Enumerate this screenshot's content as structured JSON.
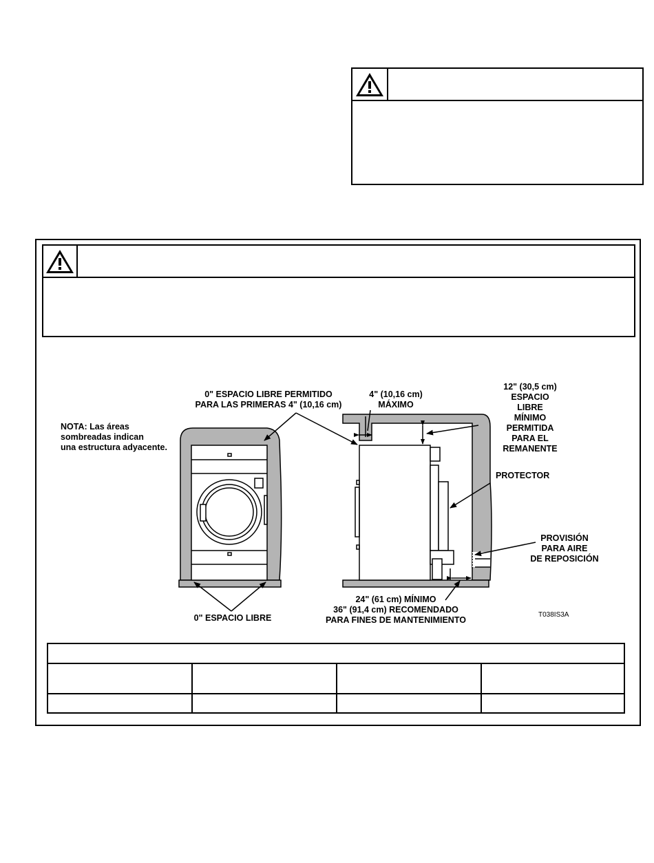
{
  "labels": {
    "clearance_front": "0\" ESPACIO LIBRE PERMITIDO\nPARA LAS PRIMERAS 4\" (10,16 cm)",
    "top_max": "4\" (10,16 cm)\nMÁXIMO",
    "rear_clearance": "12\" (30,5 cm)\nESPACIO\nLIBRE\nMÍNIMO\nPERMITIDA\nPARA EL\nREMANENTE",
    "note": "NOTA: Las áreas\nsombreadas indican\nuna estructura adyacente.",
    "protector": "PROTECTOR",
    "makeup_air": "PROVISIÓN\nPARA AIRE\nDE REPOSICIÓN",
    "zero_clearance": "0\" ESPACIO LIBRE",
    "service_clearance": "24\" (61 cm) MÍNIMO\n36\" (91,4 cm) RECOMENDADO\nPARA FINES DE MANTENIMIENTO",
    "figure_code": "T038IS3A"
  },
  "icons": {
    "warning": "warning-triangle-icon"
  },
  "colors": {
    "structure_shade": "#b4b4b4",
    "line": "#000000"
  }
}
